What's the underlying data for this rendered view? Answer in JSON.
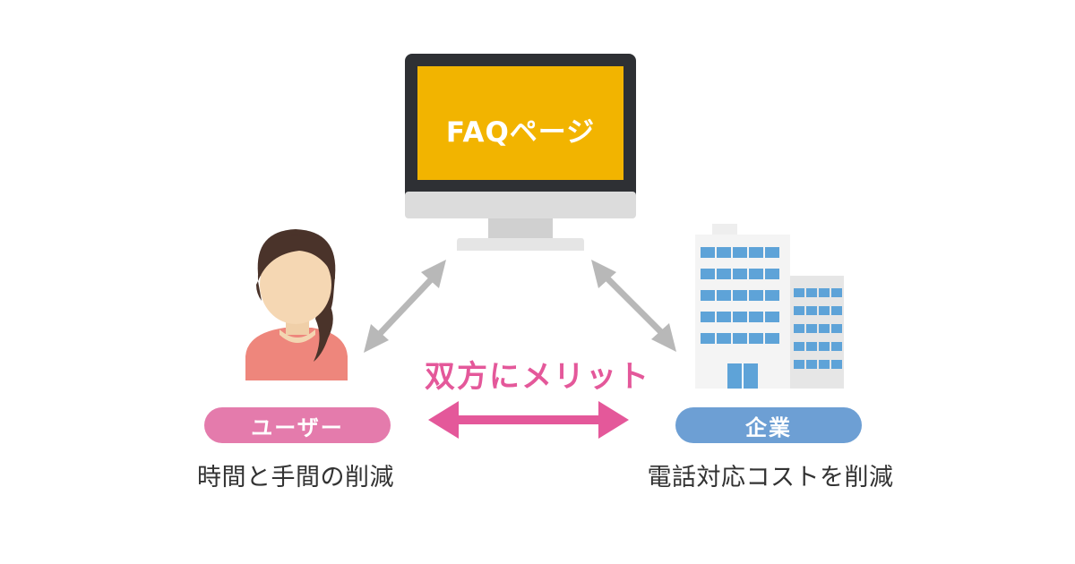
{
  "monitor": {
    "screen_label": "FAQページ"
  },
  "center": {
    "benefit_label": "双方にメリット"
  },
  "user": {
    "badge": "ユーザー",
    "caption": "時間と手間の削減"
  },
  "company": {
    "badge": "企業",
    "caption": "電話対応コストを削減"
  },
  "colors": {
    "screen": "#f2b400",
    "monitor_frame": "#2e3034",
    "monitor_stand": "#e0e0e0",
    "benefit_pink": "#e4589a",
    "user_badge": "#e47bac",
    "company_badge": "#6d9fd4",
    "gray_arrow": "#b8b8b8",
    "building_window": "#5ea3d8"
  },
  "icons": [
    "monitor-icon",
    "person-icon",
    "building-icon",
    "double-arrow-icon"
  ]
}
